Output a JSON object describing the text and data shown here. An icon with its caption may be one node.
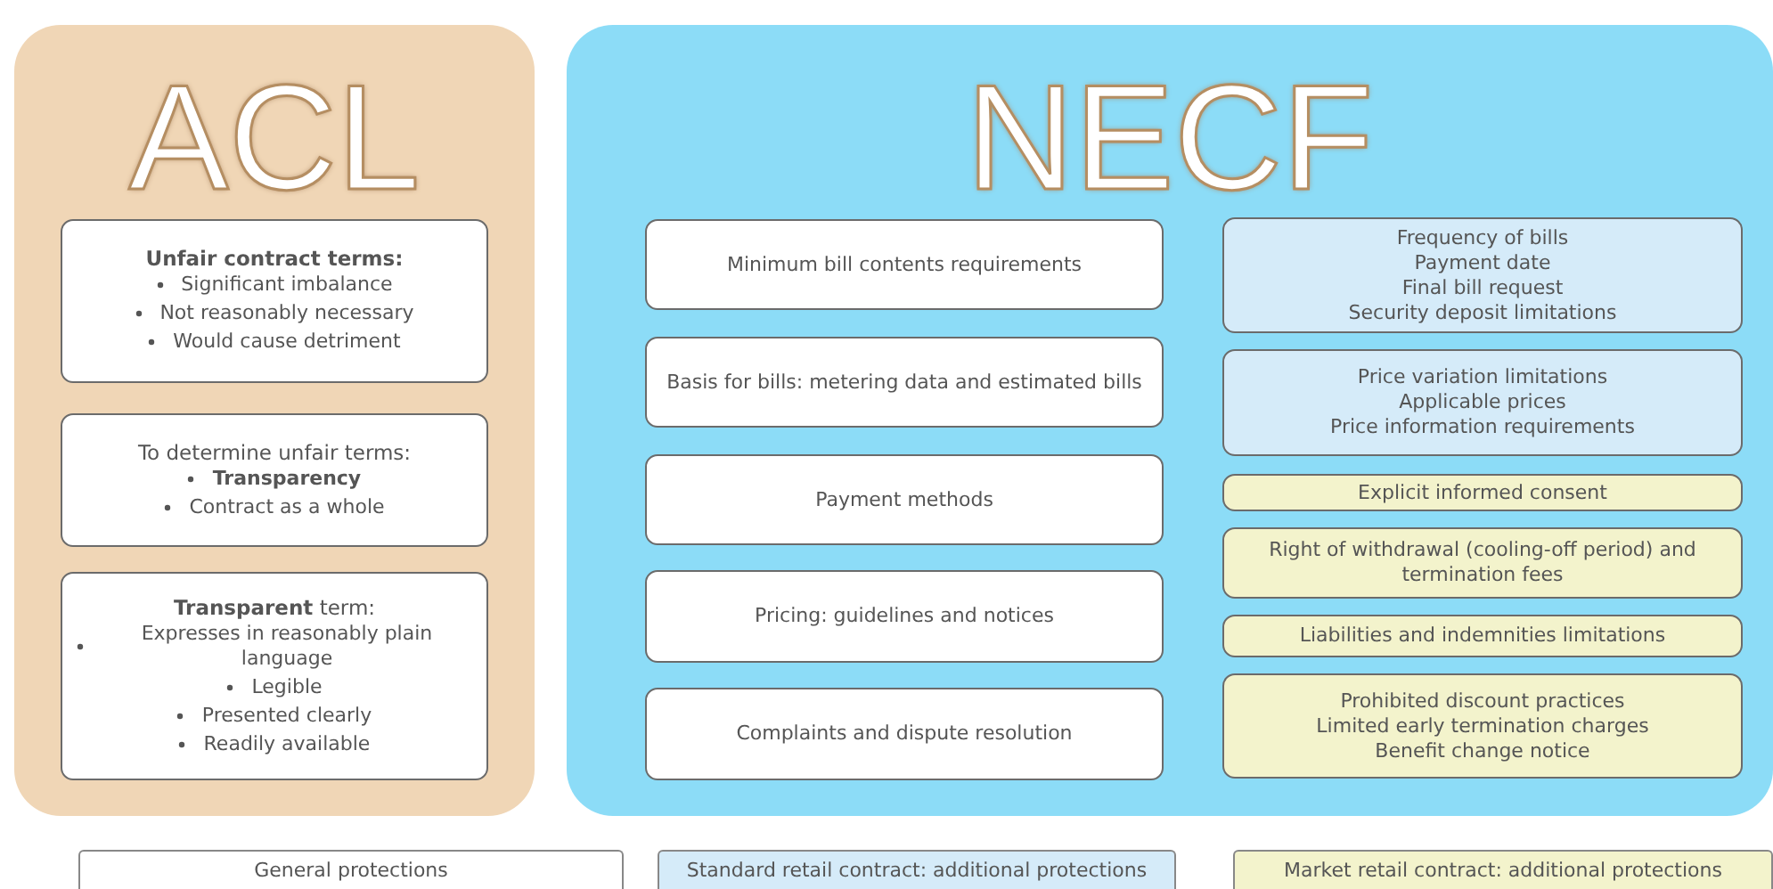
{
  "diagram": {
    "nodes": [
      {
        "text": [
          "ACL"
        ]
      },
      {
        "text": [
          "**Unfair contract terms:**",
          "Significant imbalance",
          "Not reasonably necessary",
          "Would cause detriment"
        ],
        "in": 0
      },
      {
        "text": [
          "To determine unfair terms:",
          "**Transparency**",
          "Contract as a whole"
        ],
        "in": 0
      },
      {
        "text": [
          "**Transparent** term:",
          "Expresses in reasonably plain language",
          "Legible",
          "Presented clearly",
          "Readily available"
        ],
        "in": 0
      },
      {
        "text": [
          "NECF"
        ]
      },
      {
        "text": [
          "Minimum bill contents requirements"
        ],
        "in": 4
      },
      {
        "text": [
          "Frequency of bills",
          "Payment date",
          "Final bill request",
          "Security deposit limitations"
        ],
        "in": 4
      },
      {
        "text": [
          "Basis for bills: metering data and estimated bills"
        ],
        "in": 4
      },
      {
        "text": [
          "Price variation limitations",
          "Applicable prices",
          "Price information requirements"
        ],
        "in": 4
      },
      {
        "text": [
          "Explicit informed consent"
        ],
        "in": 4
      },
      {
        "text": [
          "Payment methods"
        ],
        "in": 4
      },
      {
        "text": [
          "Right of withdrawal (cooling-off period) and termination fees"
        ],
        "in": 4
      },
      {
        "text": [
          "Liabilities and indemnities limitations"
        ],
        "in": 4
      },
      {
        "text": [
          "Pricing: guidelines and notices"
        ],
        "in": 4
      },
      {
        "text": [
          "Prohibited discount practices",
          "Limited early termination charges",
          "Benefit change notice"
        ],
        "in": 4
      },
      {
        "text": [
          "Complaints and dispute resolution"
        ],
        "in": 4
      }
    ],
    "legend": [
      {
        "text": "General protections",
        "color": "#ffffff"
      },
      {
        "text": "Standard retail contract: additional protections",
        "color": "#d5ebf9"
      },
      {
        "text": "Market retail contract: additional protections",
        "color": "#f3f3cc"
      }
    ]
  }
}
